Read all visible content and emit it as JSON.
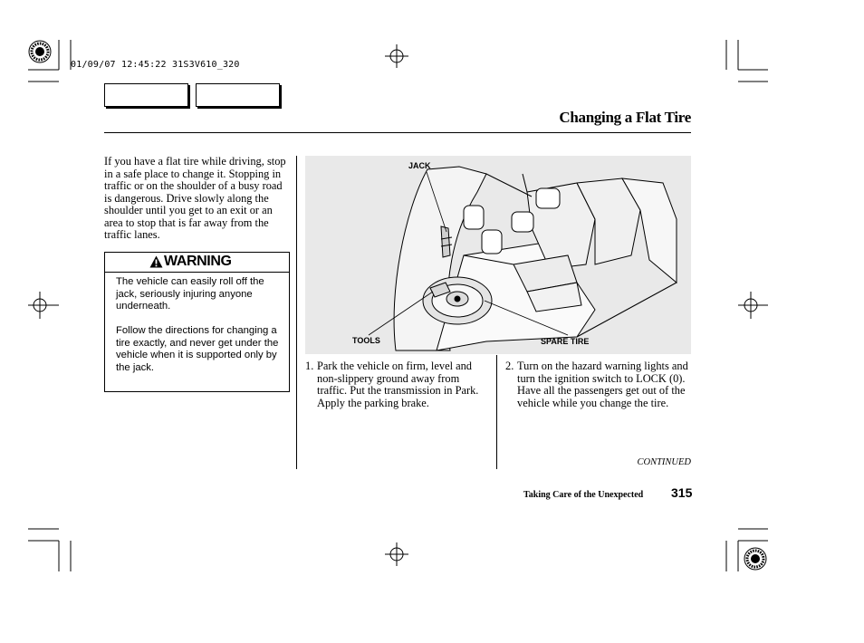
{
  "print_stamp": "01/09/07 12:45:22 31S3V610_320",
  "page_title": "Changing a Flat Tire",
  "intro_text": "If you have a flat tire while driving, stop in a safe place to change it. Stopping in traffic or on the shoulder of a busy road is dangerous. Drive slowly along the shoulder until you get to an exit or an area to stop that is far away from the traffic lanes.",
  "warning": {
    "label": "WARNING",
    "paragraphs": [
      "The vehicle can easily roll off the jack, seriously injuring anyone underneath.",
      "Follow the directions for changing a tire exactly, and never get under the vehicle when it is supported only by the jack."
    ]
  },
  "figure": {
    "labels": {
      "jack": "JACK",
      "tools": "TOOLS",
      "spare_tire": "SPARE TIRE"
    }
  },
  "steps": [
    {
      "number": "1.",
      "text": "Park the vehicle on firm, level and non-slippery ground away from traffic. Put the transmission in Park. Apply the parking brake."
    },
    {
      "number": "2.",
      "text": "Turn on the hazard warning lights and turn the ignition switch to LOCK (0). Have all the passengers get out of the vehicle while you change the tire."
    }
  ],
  "continued": "CONTINUED",
  "footer": {
    "section": "Taking Care of the Unexpected",
    "page_number": "315"
  }
}
